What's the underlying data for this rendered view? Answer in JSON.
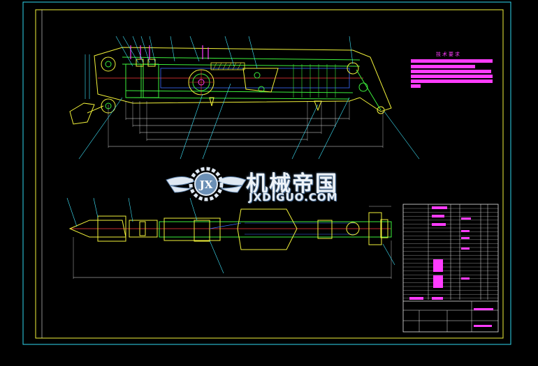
{
  "watermark": {
    "title": "机械帝国",
    "subtitle": "JXDIGUO.COM",
    "logo_letters": "JX"
  },
  "tech_requirements": {
    "title": "技术要求"
  },
  "colors": {
    "background": "#000000",
    "frame_cyan": "#30d8f0",
    "outline_yellow": "#f2f23a",
    "part_green": "#3cf03c",
    "dimension_white": "#e8e8e8",
    "annotation_magenta": "#ff3cff",
    "centerline_red": "#ff3a3a",
    "leader_cyan": "#40e8ff",
    "inner_blue": "#3a6cff"
  }
}
